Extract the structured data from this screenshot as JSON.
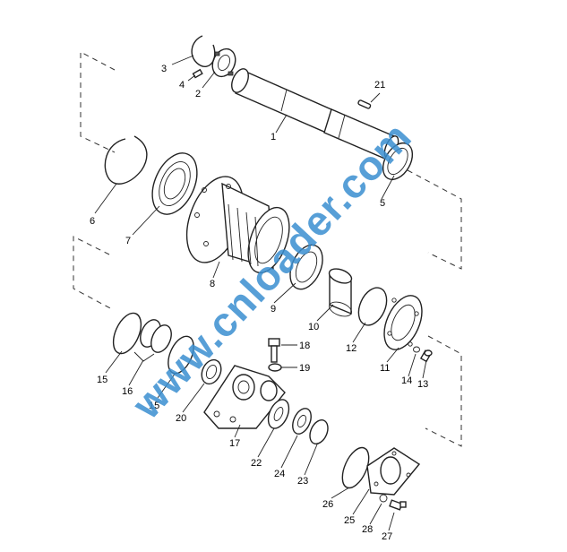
{
  "diagram": {
    "watermark": "www.cnloader.com",
    "callouts": [
      "1",
      "2",
      "3",
      "4",
      "5",
      "6",
      "7",
      "8",
      "9",
      "10",
      "11",
      "12",
      "13",
      "14",
      "15",
      "15",
      "16",
      "17",
      "18",
      "19",
      "20",
      "21",
      "22",
      "23",
      "24",
      "25",
      "26",
      "27",
      "28"
    ]
  }
}
